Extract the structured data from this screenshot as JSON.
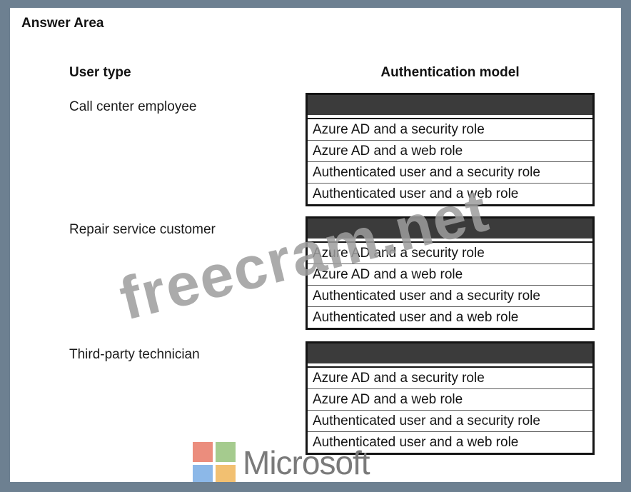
{
  "answer_area": {
    "title": "Answer Area"
  },
  "columns": {
    "user_type": "User type",
    "auth_model": "Authentication model"
  },
  "rows": [
    {
      "user_type": "Call center employee",
      "selected": "",
      "options": [
        "Azure AD and a security role",
        "Azure AD and a web role",
        "Authenticated user and a security role",
        "Authenticated user and a web role"
      ]
    },
    {
      "user_type": "Repair service customer",
      "selected": "",
      "options": [
        "Azure AD and a security role",
        "Azure AD and a web role",
        "Authenticated user and a security role",
        "Authenticated user and a web role"
      ]
    },
    {
      "user_type": "Third-party technician",
      "selected": "",
      "options": [
        "Azure AD and a security role",
        "Azure AD and a web role",
        "Authenticated user and a security role",
        "Authenticated user and a web role"
      ]
    }
  ],
  "watermark": {
    "text": "freecram.net",
    "color": "#9d9d9d"
  },
  "logo": {
    "text": "Microsoft",
    "text_color": "#7a7a7a",
    "square_colors": {
      "top_left": "#eb8d7d",
      "top_right": "#a5cb8e",
      "bottom_left": "#8cb8e8",
      "bottom_right": "#f2c071"
    }
  },
  "colors": {
    "frame": "#6d8091",
    "dropdown_header_fill": "#3b3b3b",
    "dropdown_border": "#141414",
    "text": "#1a1a1a"
  }
}
